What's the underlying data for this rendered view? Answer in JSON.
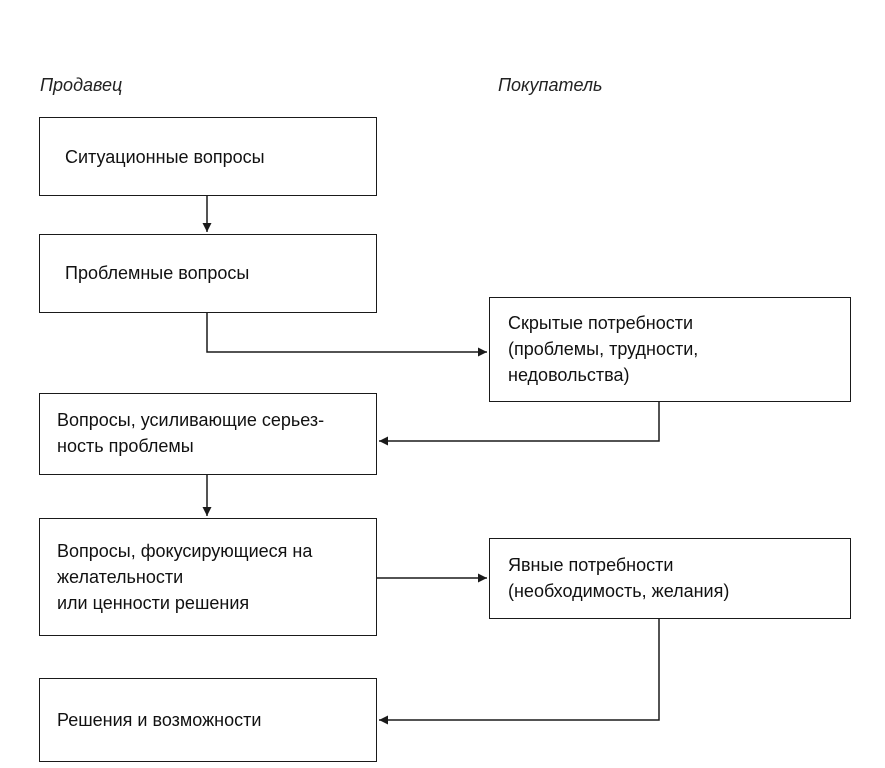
{
  "columns": {
    "seller": "Продавец",
    "buyer": "Покупатель"
  },
  "seller_boxes": {
    "situational": [
      "Ситуационные вопросы"
    ],
    "problem": [
      "Проблемные вопросы"
    ],
    "implication": [
      "Вопросы, усиливающие серьез-",
      "ность проблемы"
    ],
    "need_payoff": [
      "Вопросы, фокусирующиеся на",
      "желательности",
      "или ценности решения"
    ],
    "solutions": [
      "Решения и возможности"
    ]
  },
  "buyer_boxes": {
    "implied_needs": [
      "Скрытые потребности",
      "(проблемы, трудности,",
      "недовольства)"
    ],
    "explicit_needs": [
      "Явные потребности",
      "(необходимость, желания)"
    ]
  },
  "colors": {
    "line": "#1a1a1a",
    "text": "#111111",
    "background": "#ffffff"
  }
}
